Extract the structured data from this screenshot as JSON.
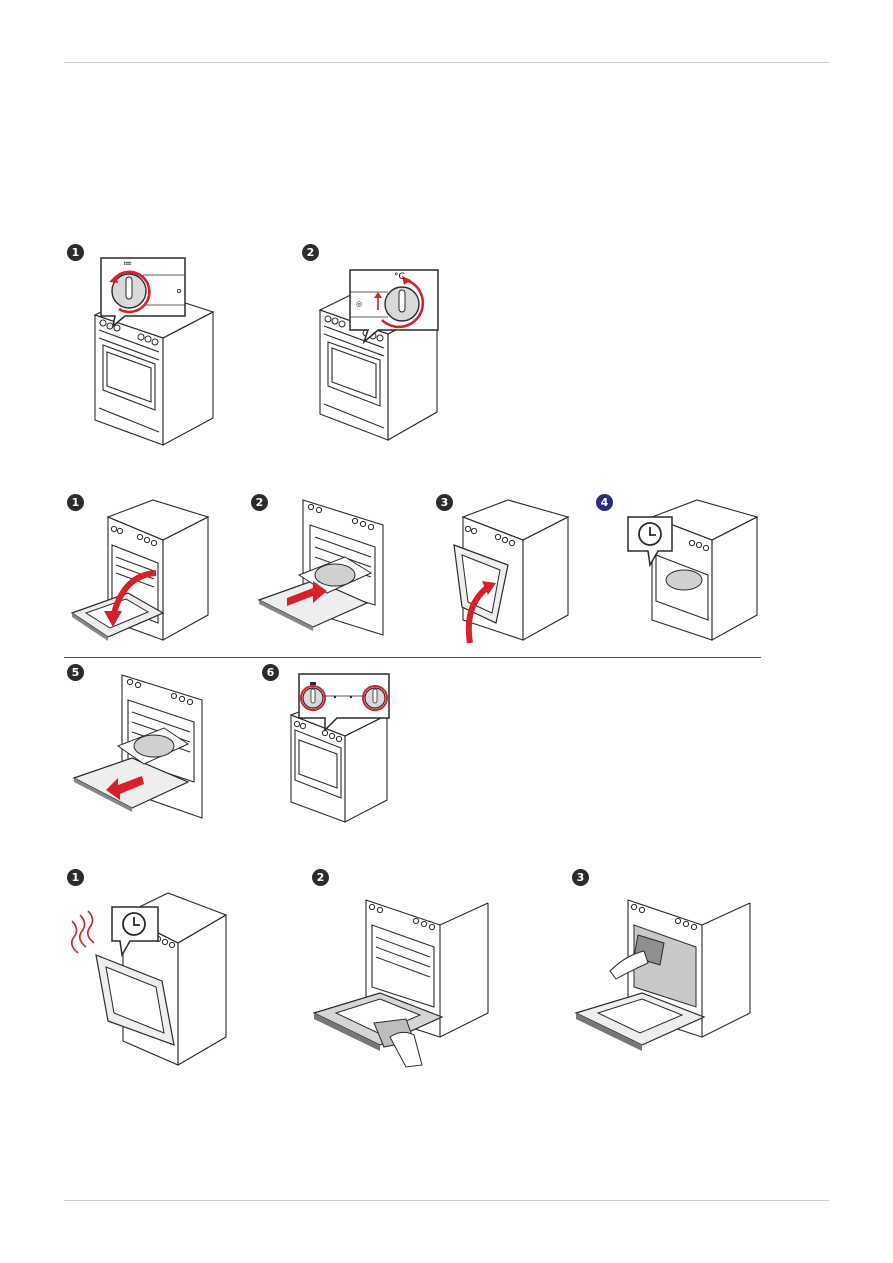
{
  "colors": {
    "accent": "#d6202a",
    "badge": "#2b2b2b",
    "badge_alt": "#2b2b80",
    "line": "#2a2a2a",
    "rule": "#cfcfcf"
  },
  "section1": {
    "steps": [
      "1",
      "2"
    ],
    "mode_symbol": "≔",
    "temp_symbol": "°C",
    "knob_mark": "◎"
  },
  "section2": {
    "steps": [
      "1",
      "2",
      "3",
      "4",
      "5",
      "6"
    ]
  },
  "section3": {
    "steps": [
      "1",
      "2",
      "3"
    ]
  },
  "icons": [
    "clock-icon",
    "rotate-arrow-icon",
    "heat-waves-icon",
    "hand-cloth-icon"
  ]
}
